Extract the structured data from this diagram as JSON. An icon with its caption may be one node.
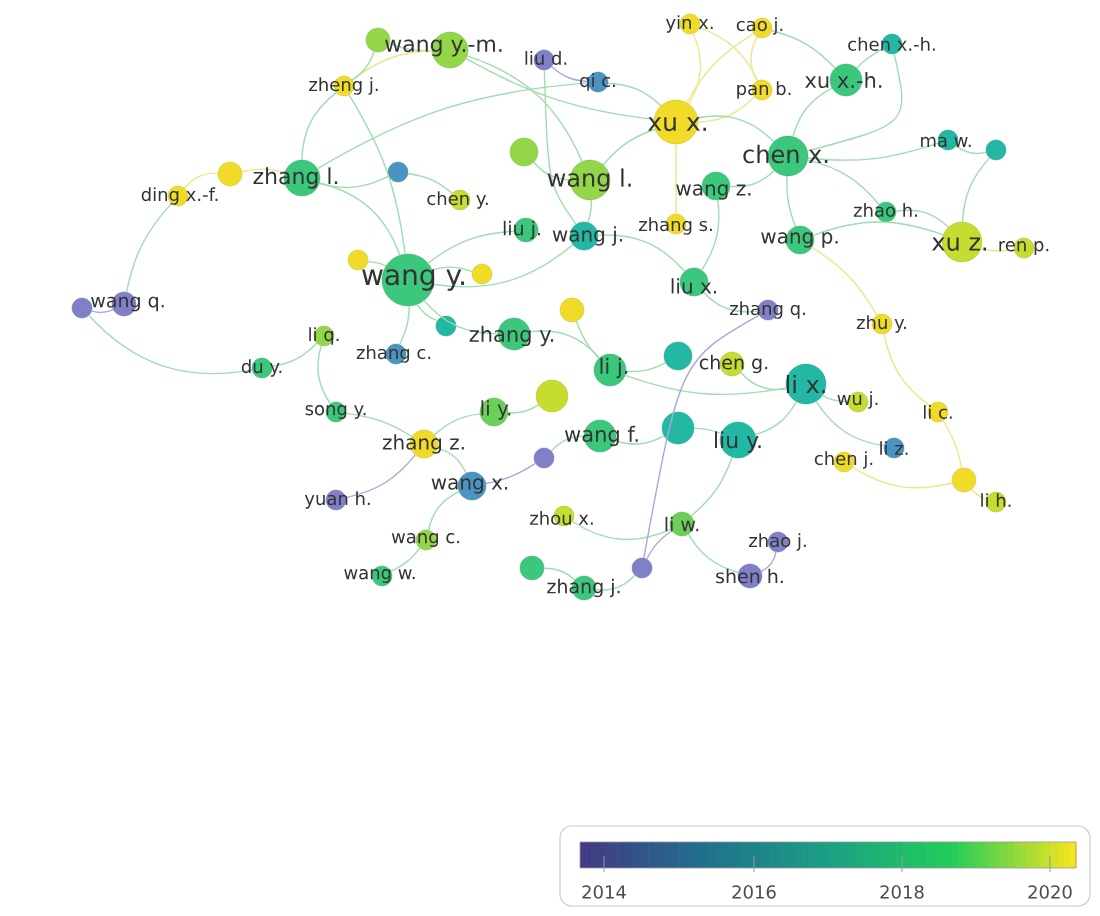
{
  "diagram": {
    "nodes": [
      {
        "text": [
          "yin x."
        ]
      },
      {
        "text": [
          "cao j."
        ]
      },
      {
        "text": [],
        "shape": "circle"
      },
      {
        "text": [
          "chen x.-h."
        ]
      },
      {
        "text": [
          "wang y.-m."
        ]
      },
      {
        "text": [
          "liu d."
        ]
      },
      {
        "text": [
          "xu x.-h."
        ]
      },
      {
        "text": [
          "qi c."
        ]
      },
      {
        "text": [
          "zheng j."
        ]
      },
      {
        "text": [
          "pan b."
        ]
      },
      {
        "text": [
          "xu x."
        ]
      },
      {
        "text": [
          "ma w."
        ]
      },
      {
        "text": [],
        "shape": "circle"
      },
      {
        "text": [],
        "shape": "circle"
      },
      {
        "text": [
          "chen x."
        ]
      },
      {
        "text": [],
        "shape": "circle"
      },
      {
        "text": [],
        "shape": "circle"
      },
      {
        "text": [
          "zhang l."
        ]
      },
      {
        "text": [
          "wang l."
        ]
      },
      {
        "text": [
          "wang z."
        ]
      },
      {
        "text": [
          "ding x.-f."
        ]
      },
      {
        "text": [
          "chen y."
        ]
      },
      {
        "text": [
          "zhao h."
        ]
      },
      {
        "text": [
          "zhang s."
        ]
      },
      {
        "text": [
          "liu j."
        ]
      },
      {
        "text": [
          "wang j."
        ]
      },
      {
        "text": [
          "wang p."
        ]
      },
      {
        "text": [
          "xu z."
        ]
      },
      {
        "text": [
          "ren p."
        ]
      },
      {
        "text": [],
        "shape": "circle"
      },
      {
        "text": [],
        "shape": "circle"
      },
      {
        "text": [
          "wang y."
        ]
      },
      {
        "text": [
          "liu x."
        ]
      },
      {
        "text": [],
        "shape": "circle"
      },
      {
        "text": [
          "wang q."
        ]
      },
      {
        "text": [],
        "shape": "circle"
      },
      {
        "text": [
          "zhang q."
        ]
      },
      {
        "text": [
          "zhu y."
        ]
      },
      {
        "text": [],
        "shape": "circle"
      },
      {
        "text": [
          "zhang y."
        ]
      },
      {
        "text": [
          "li q."
        ]
      },
      {
        "text": [
          "zhang c."
        ]
      },
      {
        "text": [],
        "shape": "circle"
      },
      {
        "text": [
          "chen g."
        ]
      },
      {
        "text": [
          "du y."
        ]
      },
      {
        "text": [
          "li j."
        ]
      },
      {
        "text": [
          "li x."
        ]
      },
      {
        "text": [],
        "shape": "circle"
      },
      {
        "text": [
          "wu j."
        ]
      },
      {
        "text": [
          "li c."
        ]
      },
      {
        "text": [
          "li y."
        ]
      },
      {
        "text": [
          "song y."
        ]
      },
      {
        "text": [
          "wang f."
        ]
      },
      {
        "text": [],
        "shape": "circle"
      },
      {
        "text": [
          "liu y."
        ]
      },
      {
        "text": [
          "zhang z."
        ]
      },
      {
        "text": [
          "li z."
        ]
      },
      {
        "text": [],
        "shape": "circle"
      },
      {
        "text": [
          "chen j."
        ]
      },
      {
        "text": [],
        "shape": "circle"
      },
      {
        "text": [
          "wang x."
        ]
      },
      {
        "text": [
          "yuan h."
        ]
      },
      {
        "text": [
          "li h."
        ]
      },
      {
        "text": [
          "zhou x."
        ]
      },
      {
        "text": [
          "li w."
        ]
      },
      {
        "text": [
          "wang c."
        ]
      },
      {
        "text": [
          "zhao j."
        ]
      },
      {
        "text": [],
        "shape": "circle"
      },
      {
        "text": [],
        "shape": "circle"
      },
      {
        "text": [
          "shen h."
        ]
      },
      {
        "text": [
          "wang w."
        ]
      },
      {
        "text": [
          "zhang j."
        ]
      }
    ],
    "edges": [
      {
        "from": 4,
        "to": 2,
        "arrow": "none"
      },
      {
        "from": 4,
        "to": 8,
        "arrow": "none",
        "color": "#ece78a"
      },
      {
        "from": 4,
        "to": 18,
        "arrow": "none"
      },
      {
        "from": 4,
        "to": 10,
        "arrow": "none"
      },
      {
        "from": 2,
        "to": 8,
        "arrow": "none"
      },
      {
        "from": 8,
        "to": 17,
        "arrow": "none"
      },
      {
        "from": 8,
        "to": 31,
        "arrow": "none"
      },
      {
        "from": 5,
        "to": 7,
        "arrow": "none",
        "color": "#a8a8dc"
      },
      {
        "from": 5,
        "to": 25,
        "arrow": "none"
      },
      {
        "from": 7,
        "to": 17,
        "arrow": "none"
      },
      {
        "from": 7,
        "to": 10,
        "arrow": "none"
      },
      {
        "from": 10,
        "to": 0,
        "arrow": "none",
        "color": "#ece78a"
      },
      {
        "from": 10,
        "to": 1,
        "arrow": "none",
        "color": "#ece78a"
      },
      {
        "from": 10,
        "to": 9,
        "arrow": "none",
        "color": "#ece78a"
      },
      {
        "from": 10,
        "to": 14,
        "arrow": "none"
      },
      {
        "from": 10,
        "to": 18,
        "arrow": "none"
      },
      {
        "from": 0,
        "to": 9,
        "arrow": "none",
        "color": "#ece78a"
      },
      {
        "from": 1,
        "to": 9,
        "arrow": "none",
        "color": "#ece78a"
      },
      {
        "from": 1,
        "to": 6,
        "arrow": "none"
      },
      {
        "from": 6,
        "to": 14,
        "arrow": "none"
      },
      {
        "from": 6,
        "to": 3,
        "arrow": "none"
      },
      {
        "from": 3,
        "to": 14,
        "arrow": "none"
      },
      {
        "from": 14,
        "to": 19,
        "arrow": "none"
      },
      {
        "from": 14,
        "to": 26,
        "arrow": "none"
      },
      {
        "from": 14,
        "to": 22,
        "arrow": "none"
      },
      {
        "from": 11,
        "to": 12,
        "arrow": "none"
      },
      {
        "from": 11,
        "to": 14,
        "arrow": "none"
      },
      {
        "from": 12,
        "to": 27,
        "arrow": "none"
      },
      {
        "from": 22,
        "to": 27,
        "arrow": "none"
      },
      {
        "from": 27,
        "to": 28,
        "arrow": "none",
        "color": "#ece78a"
      },
      {
        "from": 26,
        "to": 27,
        "arrow": "none"
      },
      {
        "from": 16,
        "to": 20,
        "arrow": "none",
        "color": "#ece78a"
      },
      {
        "from": 16,
        "to": 17,
        "arrow": "none",
        "color": "#ece78a"
      },
      {
        "from": 17,
        "to": 15,
        "arrow": "none"
      },
      {
        "from": 17,
        "to": 31,
        "arrow": "none"
      },
      {
        "from": 20,
        "to": 34,
        "arrow": "none"
      },
      {
        "from": 34,
        "to": 33,
        "arrow": "none",
        "color": "#a8a8dc"
      },
      {
        "from": 33,
        "to": 44,
        "arrow": "none"
      },
      {
        "from": 15,
        "to": 21,
        "arrow": "none"
      },
      {
        "from": 13,
        "to": 18,
        "arrow": "none"
      },
      {
        "from": 18,
        "to": 25,
        "arrow": "none"
      },
      {
        "from": 24,
        "to": 31,
        "arrow": "none"
      },
      {
        "from": 25,
        "to": 31,
        "arrow": "none"
      },
      {
        "from": 31,
        "to": 29,
        "arrow": "none"
      },
      {
        "from": 31,
        "to": 30,
        "arrow": "none"
      },
      {
        "from": 31,
        "to": 39,
        "arrow": "none"
      },
      {
        "from": 31,
        "to": 41,
        "arrow": "none"
      },
      {
        "from": 31,
        "to": 38,
        "arrow": "none"
      },
      {
        "from": 25,
        "to": 32,
        "arrow": "none"
      },
      {
        "from": 23,
        "to": 10,
        "arrow": "none",
        "color": "#ece78a"
      },
      {
        "from": 19,
        "to": 32,
        "arrow": "none"
      },
      {
        "from": 32,
        "to": 36,
        "arrow": "none"
      },
      {
        "from": 26,
        "to": 37,
        "arrow": "none",
        "color": "#ece78a"
      },
      {
        "from": 37,
        "to": 49,
        "arrow": "none",
        "color": "#ece78a"
      },
      {
        "from": 39,
        "to": 45,
        "arrow": "none"
      },
      {
        "from": 45,
        "to": 46,
        "arrow": "none"
      },
      {
        "from": 46,
        "to": 54,
        "arrow": "none"
      },
      {
        "from": 43,
        "to": 46,
        "arrow": "none"
      },
      {
        "from": 42,
        "to": 45,
        "arrow": "none"
      },
      {
        "from": 52,
        "to": 53,
        "arrow": "none"
      },
      {
        "from": 53,
        "to": 54,
        "arrow": "none"
      },
      {
        "from": 50,
        "to": 55,
        "arrow": "none"
      },
      {
        "from": 55,
        "to": 60,
        "arrow": "none"
      },
      {
        "from": 60,
        "to": 57,
        "arrow": "none",
        "color": "#a8a8dc"
      },
      {
        "from": 40,
        "to": 44,
        "arrow": "none"
      },
      {
        "from": 40,
        "to": 51,
        "arrow": "none"
      },
      {
        "from": 51,
        "to": 55,
        "arrow": "none"
      },
      {
        "from": 61,
        "to": 55,
        "arrow": "none",
        "color": "#a8a8dc"
      },
      {
        "from": 65,
        "to": 60,
        "arrow": "none"
      },
      {
        "from": 70,
        "to": 65,
        "arrow": "none"
      },
      {
        "from": 67,
        "to": 71,
        "arrow": "none"
      },
      {
        "from": 71,
        "to": 68,
        "arrow": "none"
      },
      {
        "from": 68,
        "to": 64,
        "arrow": "none",
        "color": "#a8a8dc"
      },
      {
        "from": 64,
        "to": 69,
        "arrow": "none"
      },
      {
        "from": 66,
        "to": 69,
        "arrow": "none",
        "color": "#a8a8dc"
      },
      {
        "from": 64,
        "to": 54,
        "arrow": "none"
      },
      {
        "from": 57,
        "to": 52,
        "arrow": "none"
      },
      {
        "from": 63,
        "to": 64,
        "arrow": "none"
      },
      {
        "from": 48,
        "to": 46,
        "arrow": "none"
      },
      {
        "from": 58,
        "to": 59,
        "arrow": "none",
        "color": "#ece78a"
      },
      {
        "from": 49,
        "to": 59,
        "arrow": "none",
        "color": "#ece78a"
      },
      {
        "from": 59,
        "to": 62,
        "arrow": "none",
        "color": "#ece78a"
      },
      {
        "from": 56,
        "to": 46,
        "arrow": "none"
      },
      {
        "from": 35,
        "to": 45,
        "arrow": "none"
      },
      {
        "from": 47,
        "to": 50,
        "arrow": "none"
      },
      {
        "from": 36,
        "to": 68,
        "arrow": "none",
        "color": "#a8a8dc"
      }
    ],
    "labels": [
      "2014",
      "2016",
      "2018",
      "2020"
    ]
  }
}
